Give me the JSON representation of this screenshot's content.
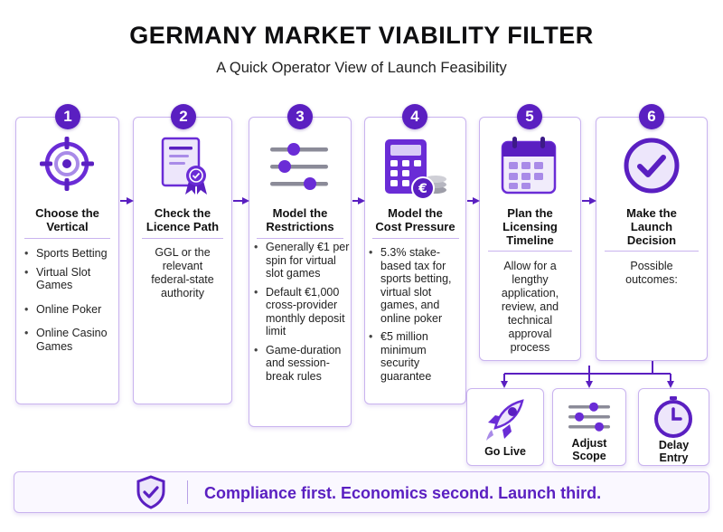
{
  "header": {
    "title": "GERMANY MARKET VIABILITY FILTER",
    "subtitle": "A Quick Operator View of Launch Feasibility"
  },
  "colors": {
    "accent": "#5a1fc1",
    "border": "#c9b3ef",
    "icon_light": "#a98be8"
  },
  "steps": [
    {
      "number": "1",
      "icon": "target-icon",
      "title_lines": [
        "Choose the",
        "Vertical"
      ],
      "bullets": [
        "Sports Betting",
        "Virtual Slot Games",
        "Online Poker",
        "Online Casino Games"
      ]
    },
    {
      "number": "2",
      "icon": "certificate-icon",
      "title_lines": [
        "Check the",
        "Licence Path"
      ],
      "description": "GGL or the relevant federal-state authority"
    },
    {
      "number": "3",
      "icon": "sliders-icon",
      "title_lines": [
        "Model the",
        "Restrictions"
      ],
      "bullets": [
        "Generally €1 per spin for virtual slot games",
        "Default €1,000 cross-provider monthly deposit limit",
        "Game-duration and session-break rules"
      ]
    },
    {
      "number": "4",
      "icon": "calculator-icon",
      "title_lines": [
        "Model the",
        "Cost Pressure"
      ],
      "bullets": [
        "5.3% stake-based tax for sports betting, virtual slot games, and online poker",
        "€5 million minimum security guarantee"
      ]
    },
    {
      "number": "5",
      "icon": "calendar-icon",
      "title_lines": [
        "Plan the",
        "Licensing",
        "Timeline"
      ],
      "description": "Allow for a lengthy application, review, and technical approval process"
    },
    {
      "number": "6",
      "icon": "checkmark-icon",
      "title_lines": [
        "Make the",
        "Launch",
        "Decision"
      ],
      "description": "Possible outcomes:"
    }
  ],
  "outcomes": [
    {
      "icon": "rocket-icon",
      "label_lines": [
        "Go Live"
      ]
    },
    {
      "icon": "sliders-icon",
      "label_lines": [
        "Adjust",
        "Scope"
      ]
    },
    {
      "icon": "clock-icon",
      "label_lines": [
        "Delay",
        "Entry"
      ]
    }
  ],
  "footer": {
    "icon": "shield-check-icon",
    "text": "Compliance first. Economics second. Launch third."
  }
}
